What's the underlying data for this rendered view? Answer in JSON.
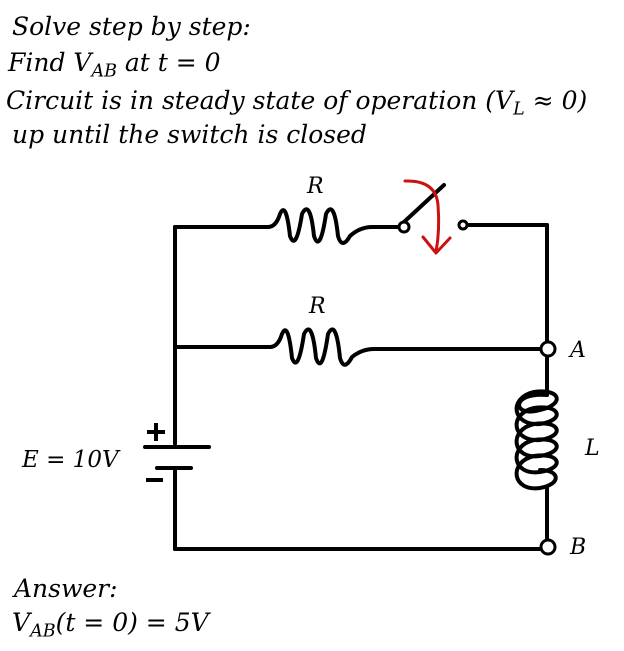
{
  "problem": {
    "line1": "Solve step by step:",
    "line2_prefix": "Find V",
    "line2_sub": "AB",
    "line2_suffix": " at t = 0",
    "line3_prefix": "Circuit is in steady state of operation (V",
    "line3_sub": "L",
    "line3_suffix": " ≈ 0)",
    "line4": "up until the switch is closed"
  },
  "circuit": {
    "resistor_top_label": "R",
    "resistor_mid_label": "R",
    "source_label": "E = 10V",
    "node_a_label": "A",
    "node_b_label": "B",
    "inductor_label": "L",
    "battery_plus": "+",
    "battery_minus": "-",
    "wire_color": "#000000",
    "arrow_color": "#cc1111"
  },
  "answer": {
    "heading": "Answer:",
    "prefix": "V",
    "sub": "AB",
    "suffix": "(t = 0) = 5V"
  }
}
